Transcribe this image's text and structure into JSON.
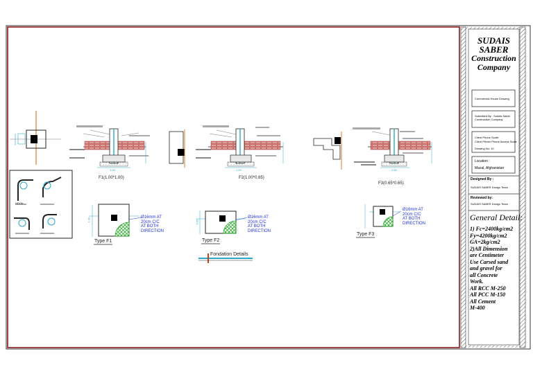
{
  "title_block": {
    "company_line1": "SUDAIS",
    "company_line2": "SABER",
    "company_line3": "Construction",
    "company_line4": "Company",
    "drawing_title": "Commercial House Drawing",
    "submitted_by": "Submitted By : Sudais Saber Construction Company",
    "scale_line1": "Client Phone Scale:",
    "scale_line2": "Client Printer Phone Access Scale",
    "drawing_no": "Drawing No: 10",
    "location_label": "Location :",
    "location_value": "Mazal, Afghanistan",
    "designed_by_label": "Designed By :",
    "designed_by_value": "SUDAIS SABER Design Team",
    "reviewed_by_label": "Reviewed by:",
    "reviewed_by_value": "SUDAIS SABER Design Team",
    "general_detail_heading": "General Detail:",
    "general_notes": [
      "1) Fc=2400kg/cm2",
      "Fy=4200kg/cm2",
      "GA=2kg/cm2",
      "2)All Dimension",
      "are Centimeter",
      "Use Carsed sand",
      "and gravel for",
      "all Concrete",
      "Work.",
      "All RCC M-250",
      "All PCC M-150",
      "All Cement",
      "M-400"
    ]
  },
  "footings": [
    {
      "section_label": "F1(1.00*1.00)",
      "plan_label": "Type F1",
      "rebar_note": "Ø16mm AT\n20cm C/C\nAT BOTH\nDIRECTION"
    },
    {
      "section_label": "F2(1.00*0.65)",
      "plan_label": "Type F2",
      "rebar_note": "Ø16mm AT\n20cm C/C\nAT BOTH\nDIRECTION"
    },
    {
      "section_label": "F3(0.65*0.65)",
      "plan_label": "Type F3",
      "rebar_note": "Ø16mm AT\n20cm C/C\nAT BOTH\nDIRECTION"
    }
  ],
  "section_dims": {
    "f1": "1.00",
    "f2": "1.00",
    "f3": "0.65",
    "plan_f1": "1.00",
    "plan_f2": "0.65"
  },
  "small_details": {
    "hook_label_1": "HOOK",
    "hook_label_2": ""
  },
  "drawing_caption": "Fondation  Details",
  "colors": {
    "frame_red": "#8b1a1a",
    "brick": "#c0504d",
    "hatch_green": "#22aa22",
    "dim_cyan": "#2aa7c9",
    "note_blue": "#2233dd",
    "accent_orange": "#e07b2a"
  }
}
